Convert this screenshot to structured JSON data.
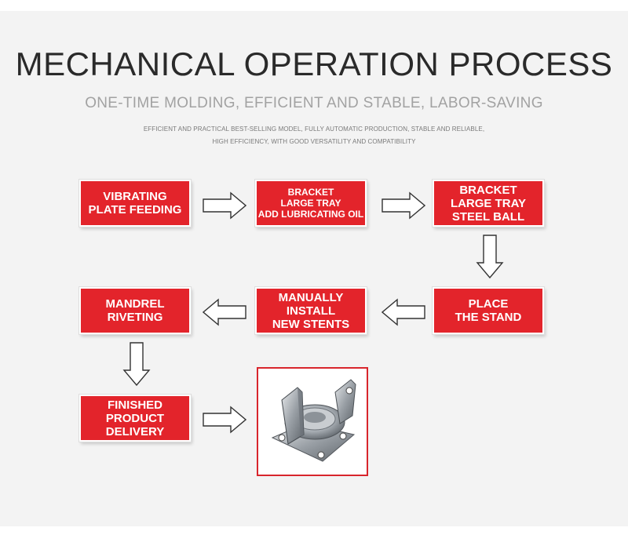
{
  "header": {
    "title": "MECHANICAL OPERATION PROCESS",
    "subtitle": "ONE-TIME MOLDING, EFFICIENT AND STABLE, LABOR-SAVING",
    "description_line1": "EFFICIENT AND PRACTICAL BEST-SELLING MODEL, FULLY AUTOMATIC PRODUCTION, STABLE AND RELIABLE,",
    "description_line2": "HIGH EFFICIENCY, WITH GOOD VERSATILITY AND COMPATIBILITY"
  },
  "steps": [
    {
      "label": "VIBRATING\nPLATE FEEDING"
    },
    {
      "label": "BRACKET\nLARGE TRAY\nADD LUBRICATING OIL"
    },
    {
      "label": "BRACKET\nLARGE TRAY\nSTEEL BALL"
    },
    {
      "label": "PLACE\nTHE STAND"
    },
    {
      "label": "MANUALLY\nINSTALL\nNEW STENTS"
    },
    {
      "label": "MANDREL\nRIVETING"
    },
    {
      "label": "FINISHED\nPRODUCT\nDELIVERY"
    }
  ],
  "colors": {
    "box_fill": "#e3242b",
    "title": "#2a2a2a",
    "subtitle": "#a2a2a2",
    "background": "#f3f3f3"
  },
  "icons": {
    "arrow": "hollow-block-arrow",
    "product": "caster-bracket-photo"
  }
}
